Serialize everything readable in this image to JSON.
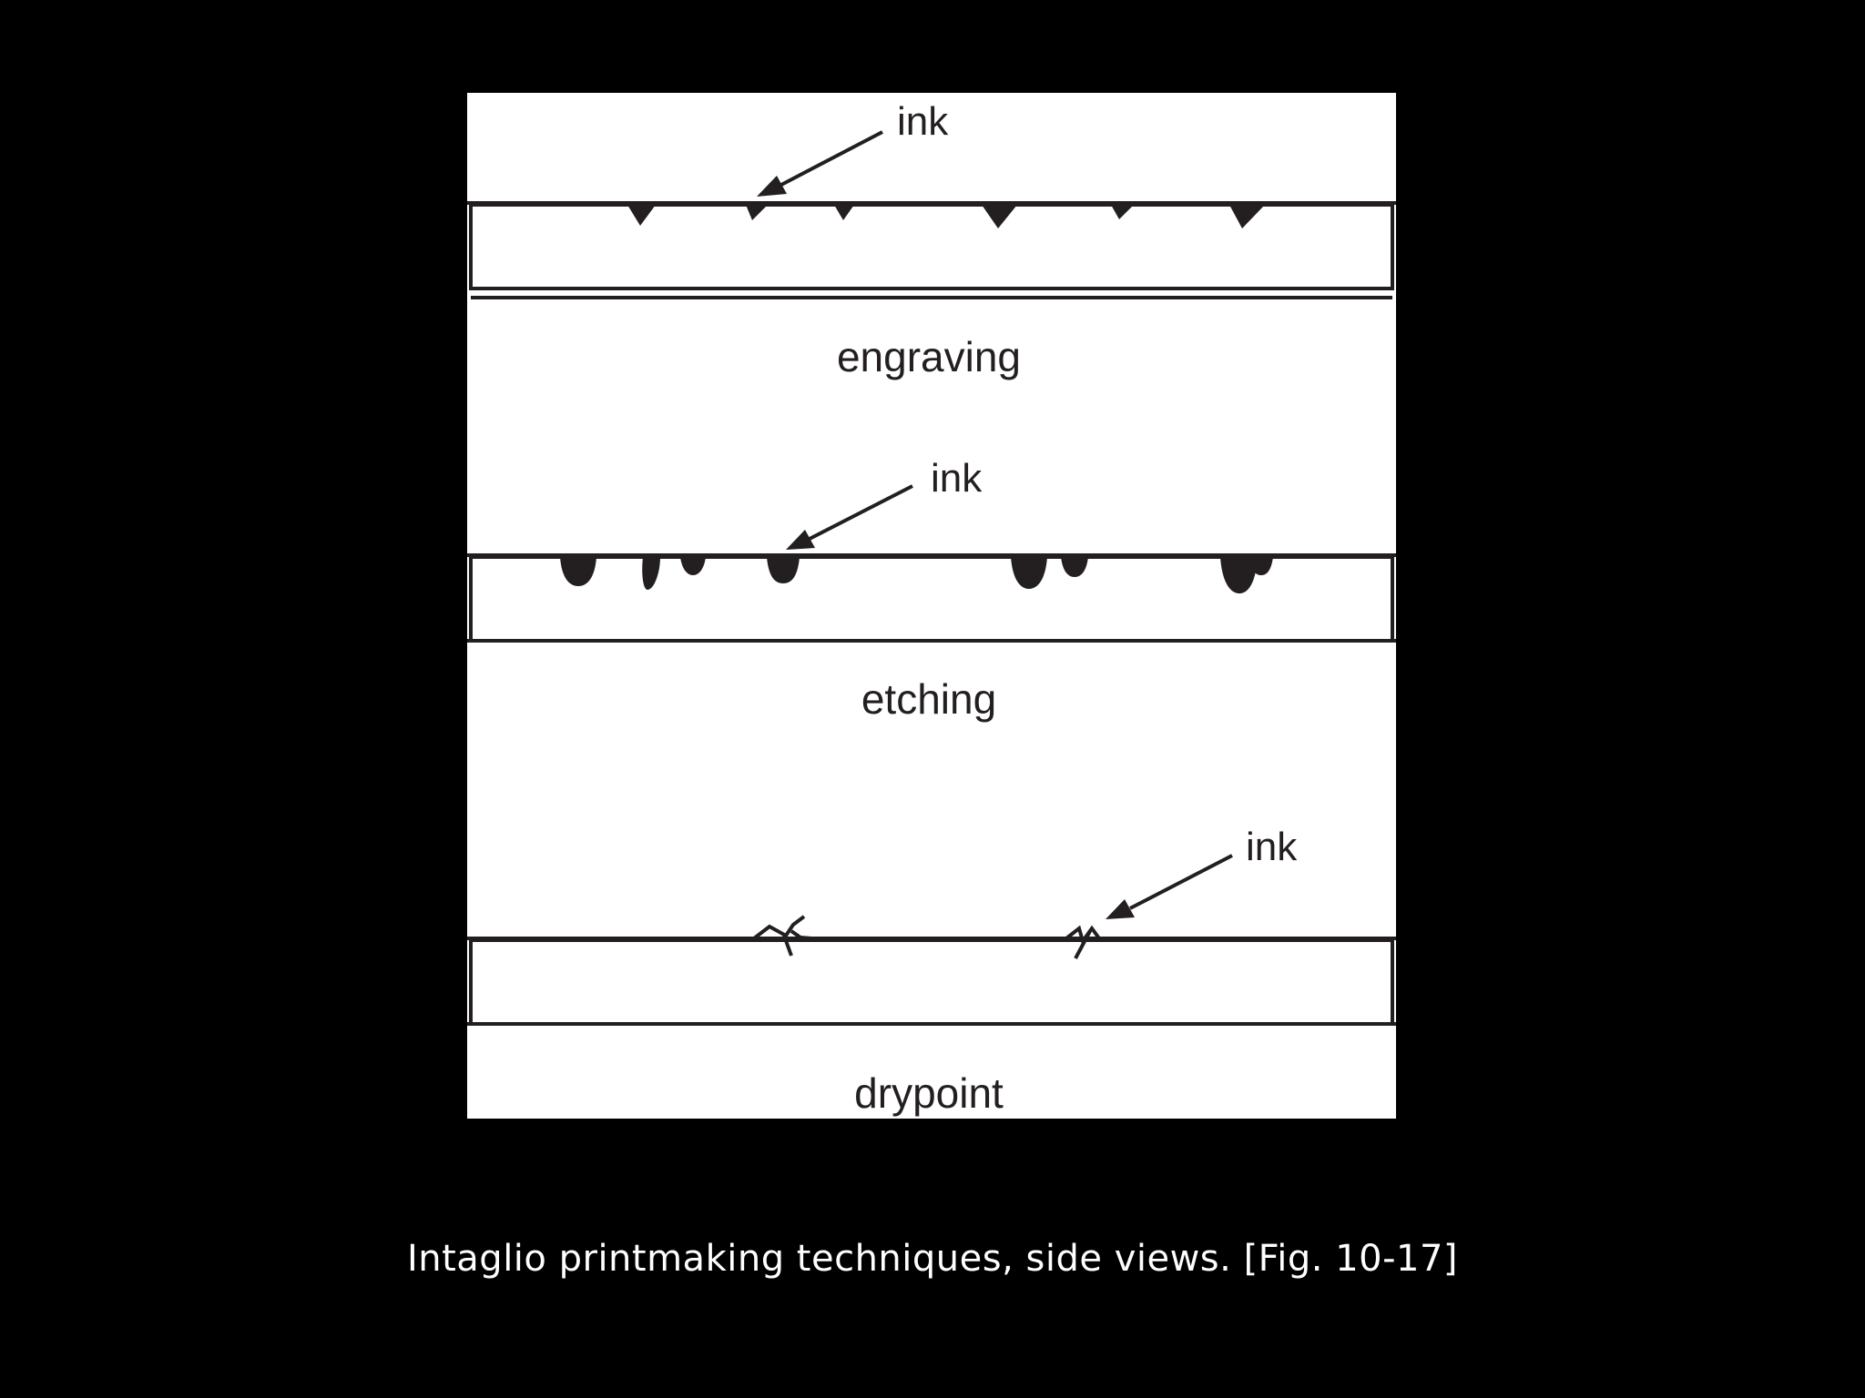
{
  "diagram": {
    "panels": [
      {
        "technique": "engraving",
        "pointer_label": "ink"
      },
      {
        "technique": "etching",
        "pointer_label": "ink"
      },
      {
        "technique": "drypoint",
        "pointer_label": "ink"
      }
    ]
  },
  "caption": "Intaglio printmaking techniques, side views. [Fig. 10-17]",
  "colors": {
    "slide_background": "#000000",
    "figure_background": "#ffffff",
    "ink": "#231f20",
    "caption_text": "#ffffff"
  }
}
